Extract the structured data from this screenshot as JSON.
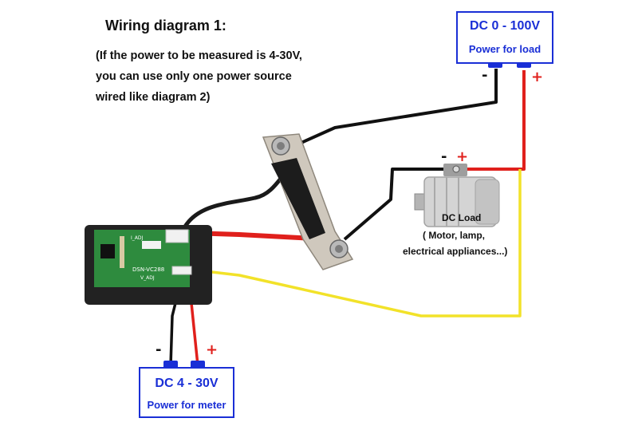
{
  "title": "Wiring diagram 1:",
  "note_lines": [
    "(If the power to be measured is 4-30V,",
    "you can use only one power source",
    "wired like diagram 2)"
  ],
  "load_supply": {
    "voltage": "DC 0 - 100V",
    "label": "Power for load",
    "minus": "-",
    "plus": "+"
  },
  "meter_supply": {
    "voltage": "DC 4 - 30V",
    "label": "Power for meter",
    "minus": "-",
    "plus": "+"
  },
  "dc_load": {
    "name": "DC Load",
    "examples_line1": "( Motor, lamp,",
    "examples_line2": "electrical appliances...)",
    "minus": "-",
    "plus": "+"
  },
  "meter": {
    "model": "DSN-VC288",
    "adj_top": "I_ADJ",
    "adj_bottom": "V_ADJ"
  },
  "colors": {
    "box_border": "#1a2fd6",
    "wire_red": "#e0201c",
    "wire_black": "#111111",
    "wire_yellow": "#f2e229",
    "pcb_green": "#2e8b3e"
  }
}
